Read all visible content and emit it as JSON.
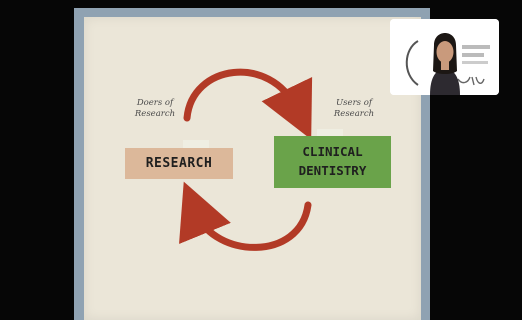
{
  "slide": {
    "left_caption": [
      "Doers of",
      "Research"
    ],
    "right_caption": [
      "Users of",
      "Research"
    ],
    "research_box": "RESEARCH",
    "clinical_box": [
      "CLINICAL",
      "DENTISTRY"
    ]
  },
  "colors": {
    "research_box": "#dcb89a",
    "clinical_box": "#6aa34a",
    "arrow": "#b23a26",
    "slide_bg": "#ebe6d8",
    "slide_border": "#8fa2b2"
  },
  "webcam": {
    "icon": "presenter-webcam-overlay"
  }
}
